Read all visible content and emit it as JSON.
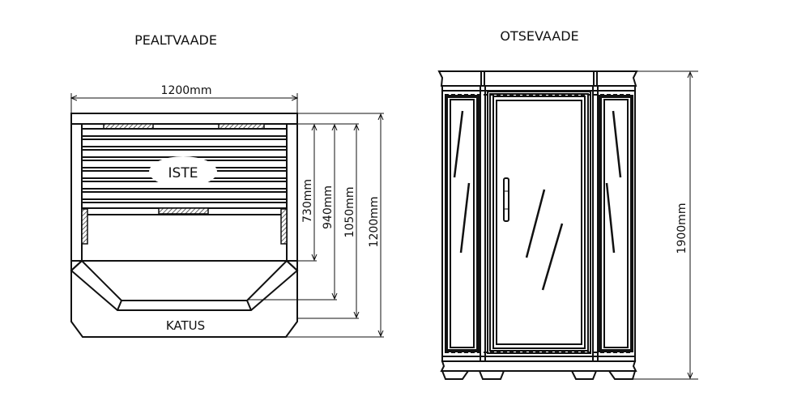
{
  "top_view": {
    "title": "PEALTVAADE",
    "width_label": "1200mm",
    "seat_label": "ISTE",
    "roof_label": "KATUS",
    "depth_labels": [
      "730mm",
      "940mm",
      "1050mm",
      "1200mm"
    ]
  },
  "front_view": {
    "title": "OTSEVAADE",
    "height_label": "1900mm"
  }
}
